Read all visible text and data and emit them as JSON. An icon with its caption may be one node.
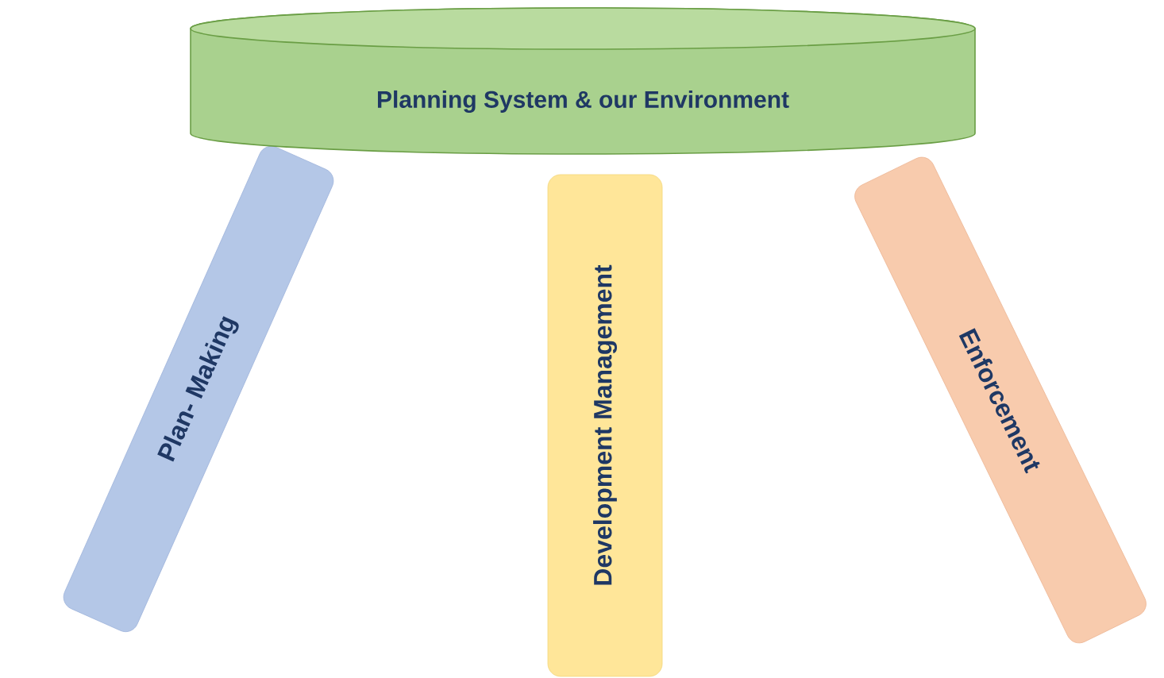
{
  "diagram": {
    "nodes": [
      {
        "text": [
          "Planning System & our Environment"
        ]
      },
      {
        "text": [
          "Plan- Making"
        ]
      },
      {
        "text": [
          "Development Management"
        ]
      },
      {
        "text": [
          "Enforcement"
        ]
      }
    ]
  }
}
